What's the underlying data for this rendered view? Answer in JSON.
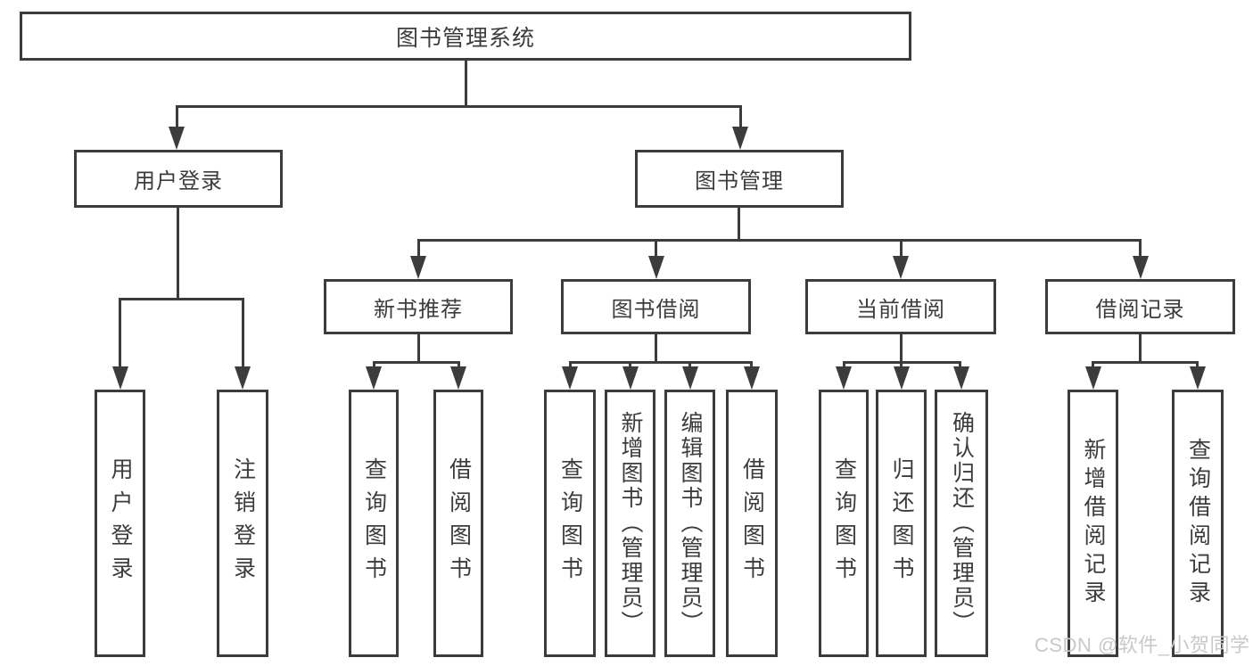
{
  "diagram_title": "图书管理系统",
  "tree": {
    "root": {
      "label": "图书管理系统"
    },
    "branches": [
      {
        "label": "用户登录"
      },
      {
        "label": "图书管理"
      }
    ],
    "modules": [
      {
        "label": "新书推荐",
        "parent": "图书管理"
      },
      {
        "label": "图书借阅",
        "parent": "图书管理"
      },
      {
        "label": "当前借阅",
        "parent": "图书管理"
      },
      {
        "label": "借阅记录",
        "parent": "图书管理"
      }
    ],
    "leaves": [
      {
        "label": "用户登录",
        "parent": "用户登录"
      },
      {
        "label": "注销登录",
        "parent": "用户登录"
      },
      {
        "label": "查询图书",
        "parent": "新书推荐"
      },
      {
        "label": "借阅图书",
        "parent": "新书推荐"
      },
      {
        "label": "查询图书",
        "parent": "图书借阅"
      },
      {
        "label": "新增图书（管理员）",
        "parent": "图书借阅"
      },
      {
        "label": "编辑图书（管理员）",
        "parent": "图书借阅"
      },
      {
        "label": "借阅图书",
        "parent": "图书借阅"
      },
      {
        "label": "查询图书",
        "parent": "当前借阅"
      },
      {
        "label": "归还图书",
        "parent": "当前借阅"
      },
      {
        "label": "确认归还（管理员）",
        "parent": "当前借阅"
      },
      {
        "label": "新增借阅记录",
        "parent": "借阅记录"
      },
      {
        "label": "查询借阅记录",
        "parent": "借阅记录"
      }
    ]
  },
  "watermark": "CSDN @软件_小贺同学",
  "colors": {
    "line": "#3c3c3c",
    "text": "#3c3c3c",
    "node_fill": "#ffffff",
    "background": "#ffffff",
    "watermark": "#c9c9c9"
  }
}
